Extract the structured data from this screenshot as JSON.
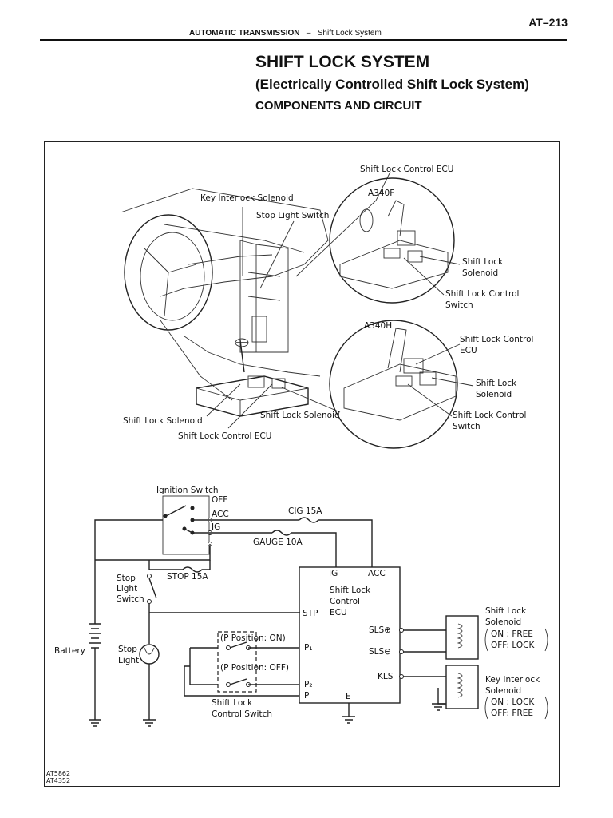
{
  "header": {
    "page_number": "AT–213",
    "section": "AUTOMATIC TRANSMISSION",
    "separator": "–",
    "subsection": "Shift Lock System"
  },
  "title": {
    "main": "SHIFT LOCK SYSTEM",
    "sub": "(Electrically Controlled Shift Lock System)",
    "section": "COMPONENTS AND CIRCUIT"
  },
  "components": {
    "ecu_top": "Shift Lock Control ECU",
    "key_interlock": "Key Interlock Solenoid",
    "stop_light_switch": "Stop Light Switch",
    "a340f": "A340F",
    "a340f_solenoid_1": "Shift Lock",
    "a340f_solenoid_2": "Solenoid",
    "a340f_switch_1": "Shift Lock Control",
    "a340f_switch_2": "Switch",
    "a340h": "A340H",
    "a340h_ecu_1": "Shift Lock Control",
    "a340h_ecu_2": "ECU",
    "a340h_solenoid_1": "Shift Lock",
    "a340h_solenoid_2": "Solenoid",
    "a340h_switch_1": "Shift Lock Control",
    "a340h_switch_2": "Switch",
    "console_solenoid_right": "Shift Lock Solenoid",
    "console_solenoid_left": "Shift Lock Solenoid",
    "console_ecu": "Shift Lock Control ECU"
  },
  "circuit": {
    "ignition_switch": "Ignition Switch",
    "off": "OFF",
    "acc": "ACC",
    "ig": "IG",
    "cig_fuse": "CIG 15A",
    "gauge_fuse": "GAUGE 10A",
    "stop_fuse": "STOP 15A",
    "stop_light_switch_1": "Stop",
    "stop_light_switch_2": "Light",
    "stop_light_switch_3": "Switch",
    "battery": "Battery",
    "stop_light_1": "Stop",
    "stop_light_2": "Light",
    "ecu_ig": "IG",
    "ecu_acc": "ACC",
    "ecu_name_1": "Shift Lock",
    "ecu_name_2": "Control",
    "ecu_name_3": "ECU",
    "stp": "STP",
    "p1": "P₁",
    "p2": "P₂",
    "p": "P",
    "e": "E",
    "sls_plus": "SLS⊕",
    "sls_minus": "SLS⊖",
    "kls": "KLS",
    "p_on": "(P Position: ON)",
    "p_off": "(P Position: OFF)",
    "control_switch_1": "Shift Lock",
    "control_switch_2": "Control Switch",
    "sl_solenoid_1": "Shift Lock",
    "sl_solenoid_2": "Solenoid",
    "sl_on": "ON : FREE",
    "sl_off": "OFF: LOCK",
    "ki_solenoid_1": "Key Interlock",
    "ki_solenoid_2": "Solenoid",
    "ki_on": "ON : LOCK",
    "ki_off": "OFF: FREE"
  },
  "figure_codes": [
    "AT5862",
    "AT4352"
  ]
}
